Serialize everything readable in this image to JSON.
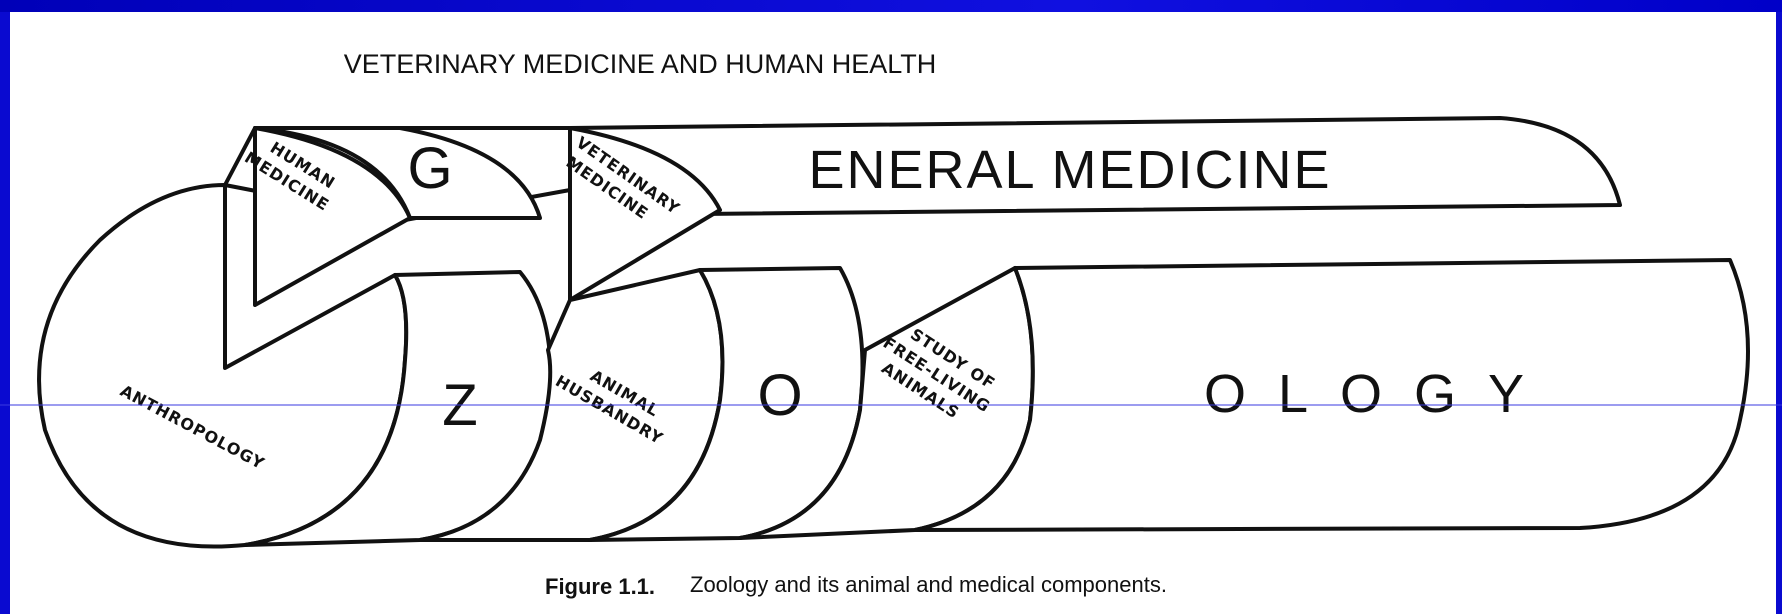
{
  "diagram": {
    "title": "VETERINARY MEDICINE AND HUMAN HEALTH",
    "banner_letter": "G",
    "banner_text": "ENERAL MEDICINE",
    "zoology_letters": [
      "Z",
      "O",
      "OLOGY"
    ],
    "labels": {
      "human_medicine": [
        "HUMAN",
        "MEDICINE"
      ],
      "veterinary_medicine": [
        "VETERINARY",
        "MEDICINE"
      ],
      "anthropology": "ANTHROPOLOGY",
      "animal_husbandry": [
        "ANIMAL",
        "HUSBANDRY"
      ],
      "free_living": [
        "STUDY OF",
        "FREE-LIVING",
        "ANIMALS"
      ]
    },
    "caption": {
      "figure_number": "Figure 1.1.",
      "text": "Zoology and its animal and medical components."
    }
  },
  "colors": {
    "frame": "#0a0ad0",
    "paper": "#ffffff",
    "ink": "#111111"
  }
}
